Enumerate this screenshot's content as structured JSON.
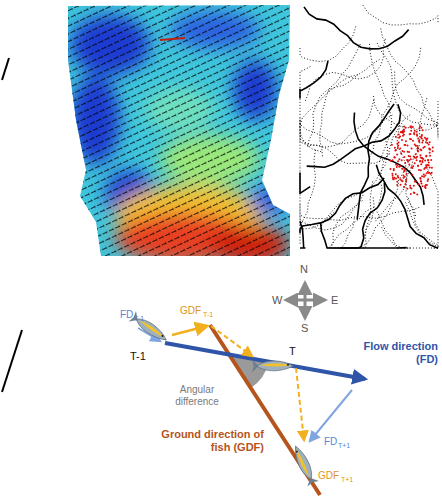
{
  "diagram": {
    "labels": [
      "N",
      "W",
      "E",
      "S",
      "FD",
      "T-1",
      "GDF",
      "T-1",
      "T-1",
      "T",
      "Angular difference",
      "Flow direction (FD)",
      "Ground direction of fish (GDF)",
      "FD",
      "T+1",
      "GDF",
      "T+1"
    ]
  }
}
